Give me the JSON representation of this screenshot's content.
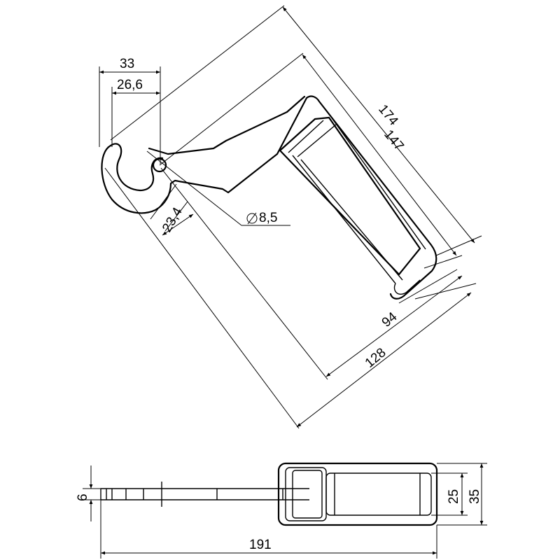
{
  "dimensions": {
    "d33": "33",
    "d26_6": "26,6",
    "d23_4": "23,4",
    "d8_5": "8,5",
    "diameter_symbol": "⌀",
    "d174": "174",
    "d147": "147",
    "d94": "94",
    "d128": "128",
    "d6": "6",
    "d25": "25",
    "d35": "35",
    "d191": "191"
  }
}
